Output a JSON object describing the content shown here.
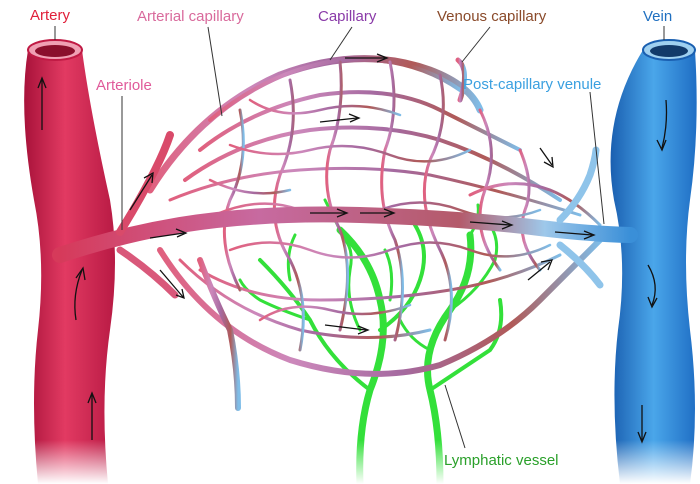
{
  "labels": {
    "artery": "Artery",
    "arterial_capillary": "Arterial capillary",
    "capillary": "Capillary",
    "venous_capillary": "Venous capillary",
    "vein": "Vein",
    "arteriole": "Arteriole",
    "post_capillary_venule": "Post-capillary venule",
    "lymphatic_vessel": "Lymphatic vessel"
  },
  "colors": {
    "artery": "#d4284f",
    "arteriole": "#e06a8a",
    "capillary": "#b06aa8",
    "venous": "#a85f52",
    "vein": "#3a8fd8",
    "venule": "#7cbce6",
    "lymphatic": "#33e03a",
    "label_artery": "#e0203a",
    "label_arterial_capillary": "#d96a9c",
    "label_capillary": "#8a3aa8",
    "label_venous_capillary": "#8a4a2a",
    "label_vein": "#1f6fc0",
    "label_arteriole": "#e05a9a",
    "label_post_capillary_venule": "#3aa0e0",
    "label_lymphatic_vessel": "#2aa02a"
  }
}
